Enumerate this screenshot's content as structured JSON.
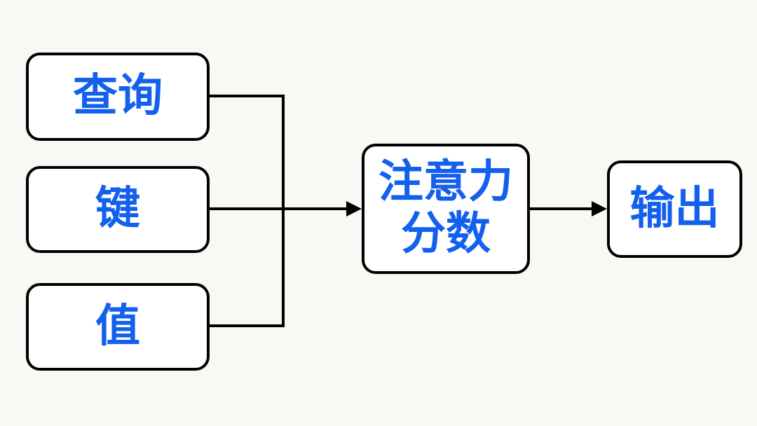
{
  "diagram": {
    "inputs": [
      {
        "label": "查询"
      },
      {
        "label": "键"
      },
      {
        "label": "值"
      }
    ],
    "attention": {
      "line1": "注意力",
      "line2": "分数"
    },
    "output": {
      "label": "输出"
    },
    "colors": {
      "text": "#1460ee",
      "border": "#000000",
      "background": "#f8f8f4"
    }
  }
}
